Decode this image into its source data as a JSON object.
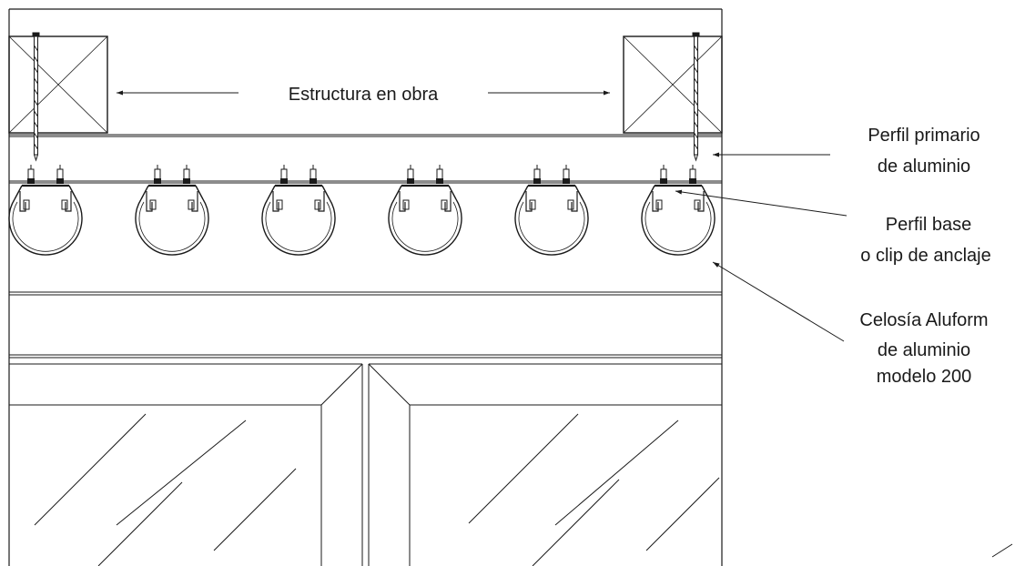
{
  "labels": {
    "structure": "Estructura en obra",
    "primary_line1": "Perfil primario",
    "primary_line2": "de aluminio",
    "base_line1": "Perfil base",
    "base_line2": "o clip de anclaje",
    "lattice_line1": "Celosía Aluform",
    "lattice_line2": "de aluminio",
    "lattice_line3": "modelo 200"
  },
  "louver_count": 6,
  "colors": {
    "line": "#1a1a1a",
    "background": "#ffffff"
  }
}
